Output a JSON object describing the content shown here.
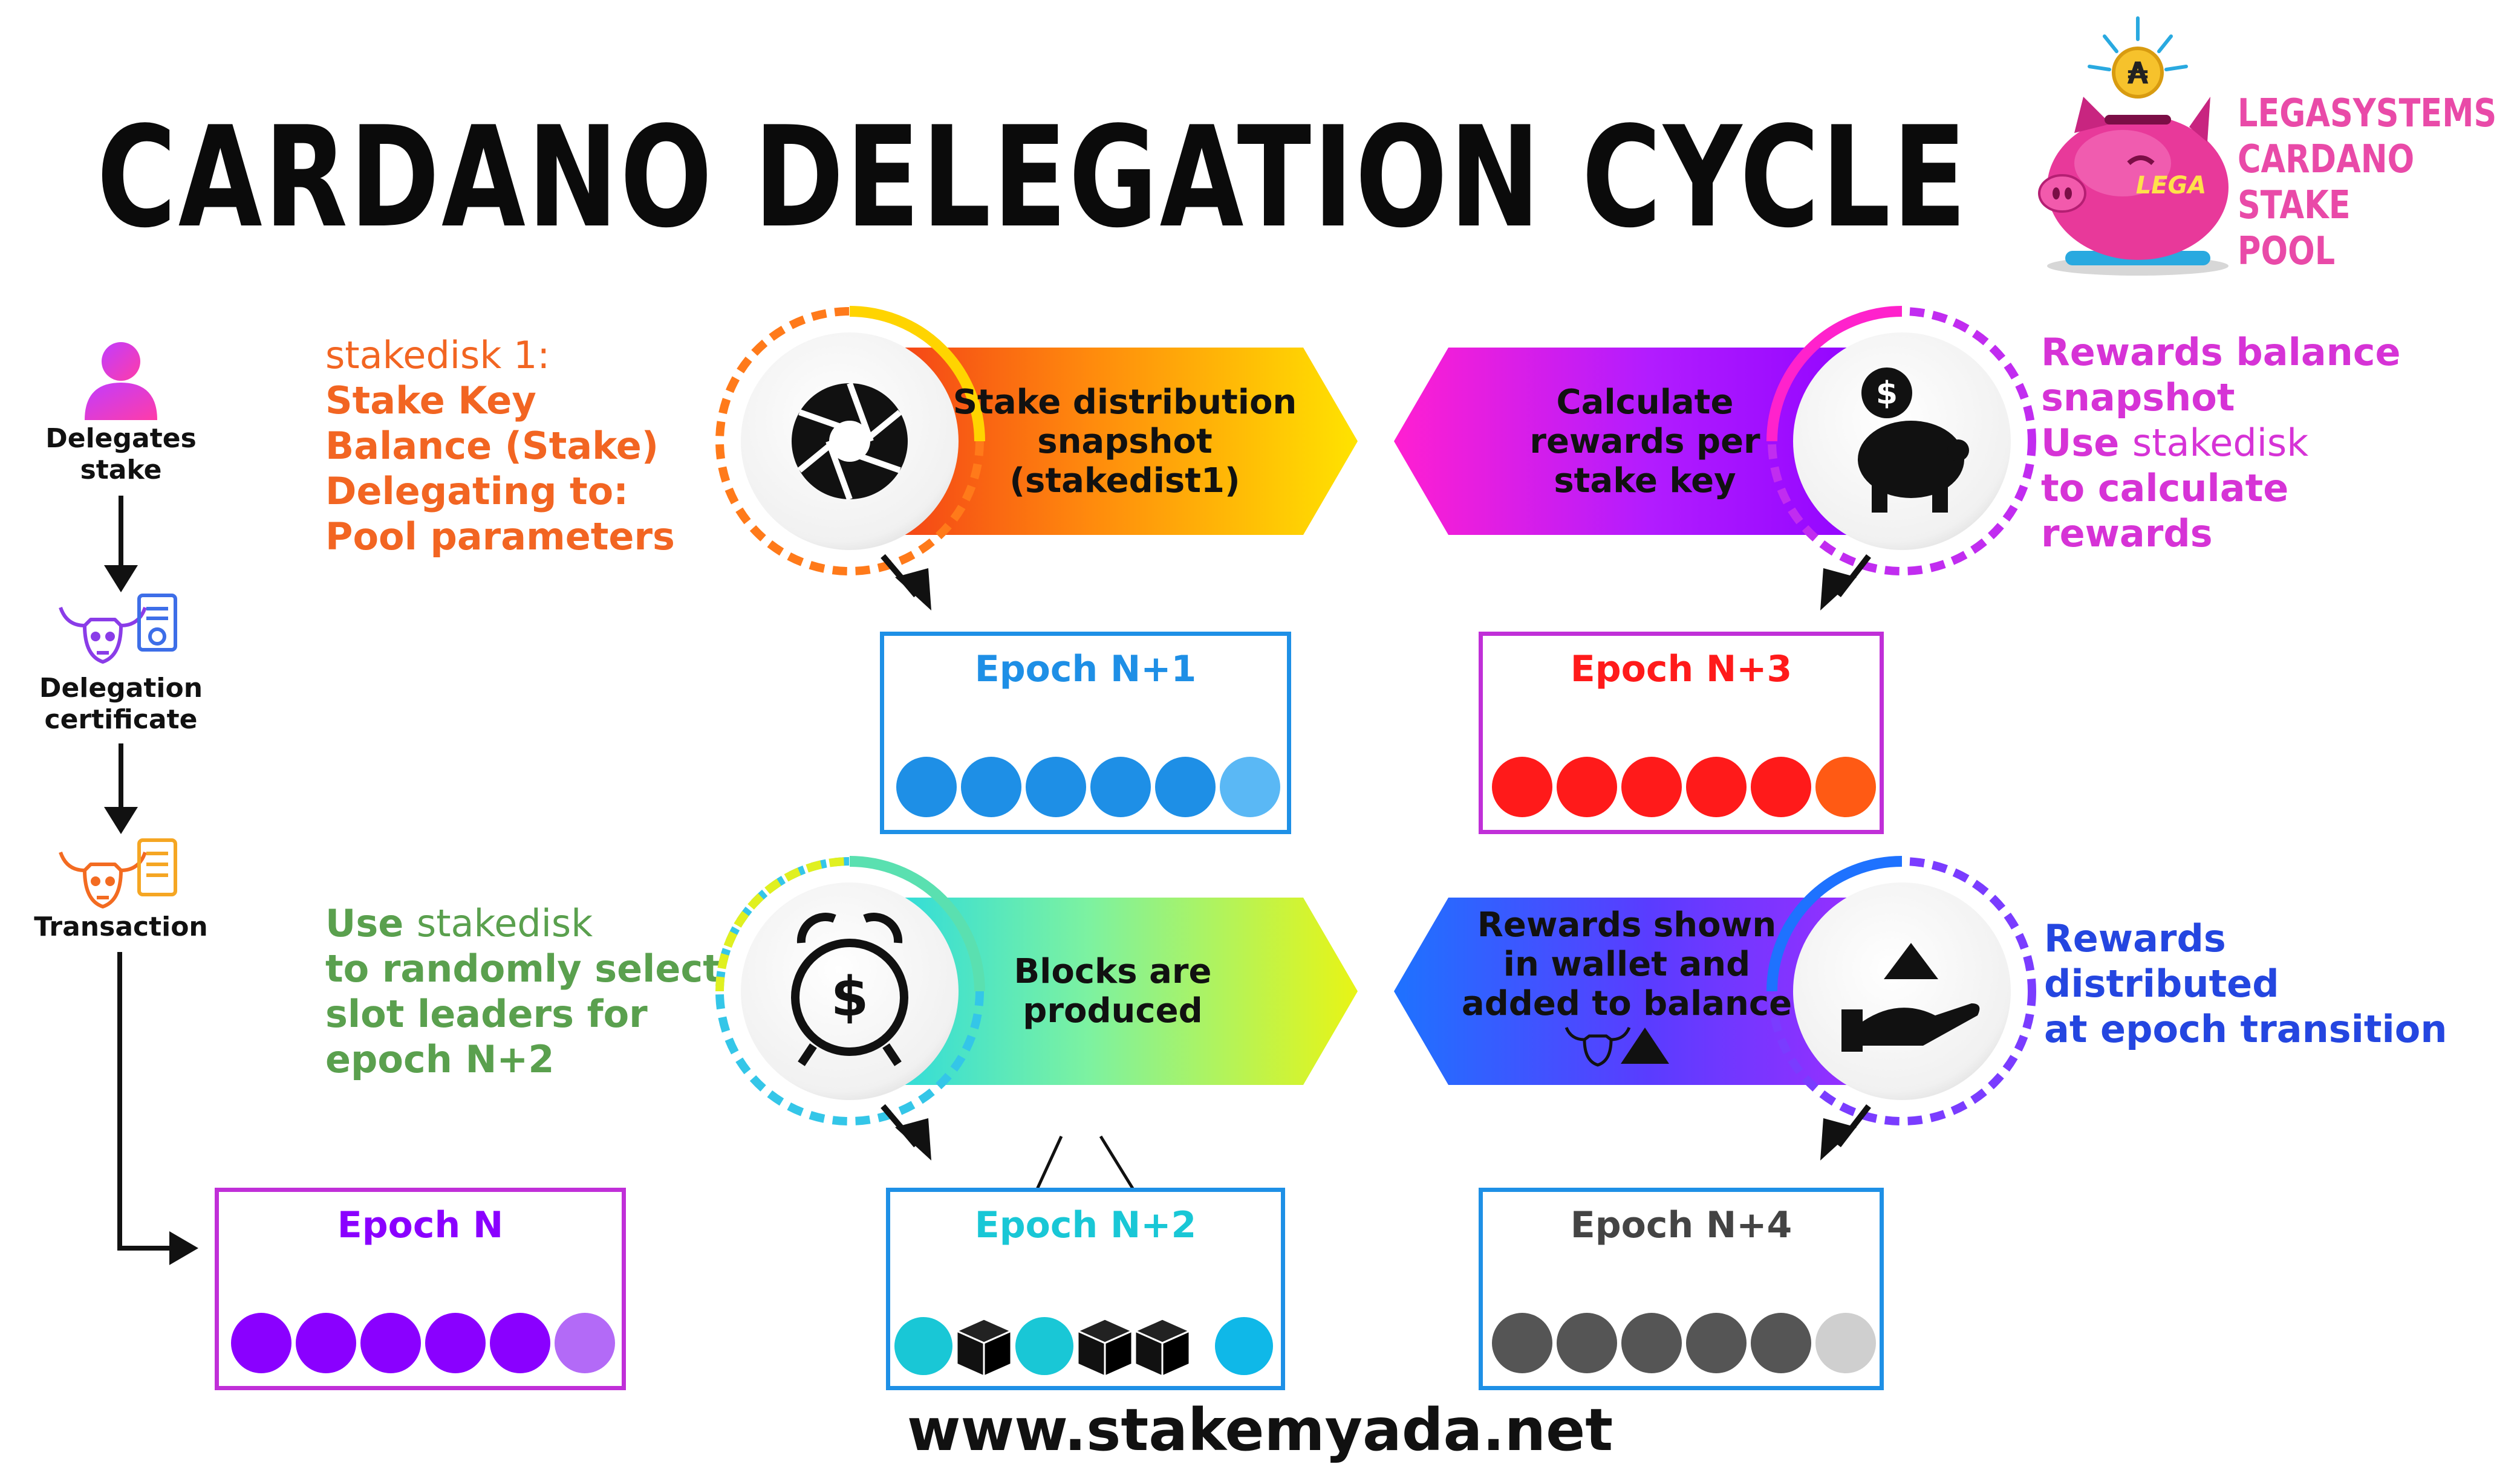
{
  "title": "CARDANO DELEGATION CYCLE",
  "brand": {
    "lines": [
      "LEGASYSTEMS",
      "CARDANO",
      "STAKE",
      "POOL"
    ],
    "logo_text": "LEGA",
    "coin_symbol": "₳",
    "color": "#e94aa8"
  },
  "sidebar": {
    "steps": [
      {
        "label_1": "Delegates",
        "label_2": "stake",
        "icon": "user-icon"
      },
      {
        "label_1": "Delegation",
        "label_2": "certificate",
        "icon": "bull-certificate-icon"
      },
      {
        "label_1": "Transaction",
        "label_2": "",
        "icon": "bull-transaction-icon"
      }
    ]
  },
  "notes": {
    "stakedisk": {
      "line1": "stakedisk 1:",
      "line2": "Stake Key",
      "line3": "Balance (Stake)",
      "line4": "Delegating to:",
      "line5": "Pool parameters",
      "color": "#f26522"
    },
    "rewards_snapshot": {
      "line1": "Rewards balance",
      "line2": "snapshot",
      "line3a": "Use",
      "line3b": "stakedisk",
      "line4": "to calculate",
      "line5": "rewards",
      "color": "#d633d6"
    },
    "random_select": {
      "line1a": "Use",
      "line1b": "stakedisk",
      "line2": "to randomly select",
      "line3": "slot leaders for",
      "line4": "epoch N+2",
      "color": "#5aa04e"
    },
    "distributed": {
      "line1": "Rewards",
      "line2": "distributed",
      "line3": "at epoch transition",
      "color": "#2446e0"
    }
  },
  "bands": {
    "snapshot": {
      "line1": "Stake distribution",
      "line2": "snapshot",
      "line3": "(stakedist1)",
      "icon": "aperture-icon"
    },
    "calculate": {
      "line1": "Calculate",
      "line2": "rewards per",
      "line3": "stake key",
      "icon": "piggy-bank-dollar-icon"
    },
    "blocks": {
      "line1": "Blocks are",
      "line2": "produced",
      "icon": "alarm-clock-dollar-icon"
    },
    "shown": {
      "line1": "Rewards shown",
      "line2": "in wallet and",
      "line3": "added to balance",
      "icon": "hand-receive-icon"
    }
  },
  "epochs": {
    "n": {
      "title": "Epoch N",
      "color": "#8a00ff",
      "border": "#b23cf0"
    },
    "n1": {
      "title": "Epoch N+1",
      "color": "#1e8fe6",
      "border": "#1e90e6"
    },
    "n2": {
      "title": "Epoch N+2",
      "color": "#19c7d6",
      "border": "#1e90e6"
    },
    "n3": {
      "title": "Epoch N+3",
      "color": "#ff1a1a",
      "border": "#b23cf0"
    },
    "n4": {
      "title": "Epoch N+4",
      "color": "#444444",
      "border": "#1e90e6"
    }
  },
  "footer": {
    "url": "www.stakemyada.net"
  }
}
